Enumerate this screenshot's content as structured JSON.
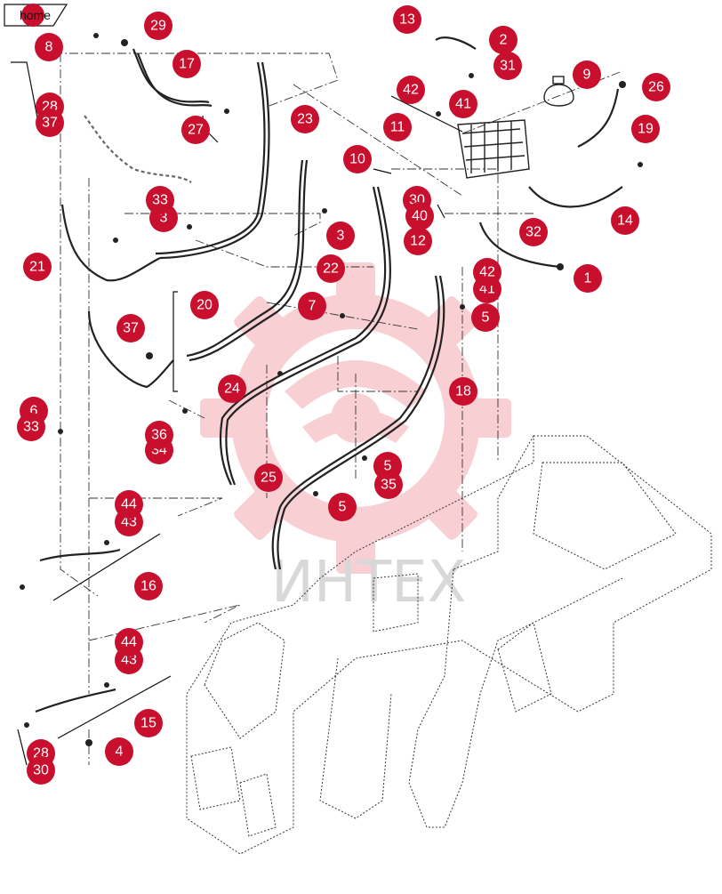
{
  "nav": {
    "home_label": "home"
  },
  "watermark": {
    "text": "ИНТЕХ",
    "gear_color": "#f7c9cc"
  },
  "callout_color": "#c8102e",
  "callouts": [
    {
      "label": "1"
    },
    {
      "label": "2"
    },
    {
      "label": "3"
    },
    {
      "label": "3"
    },
    {
      "label": "4"
    },
    {
      "label": "5"
    },
    {
      "label": "5"
    },
    {
      "label": "5"
    },
    {
      "label": "6"
    },
    {
      "label": "7"
    },
    {
      "label": "8"
    },
    {
      "label": "9"
    },
    {
      "label": "10"
    },
    {
      "label": "11"
    },
    {
      "label": "12"
    },
    {
      "label": "13"
    },
    {
      "label": "14"
    },
    {
      "label": "15"
    },
    {
      "label": "16"
    },
    {
      "label": "17"
    },
    {
      "label": "18"
    },
    {
      "label": "19"
    },
    {
      "label": "20"
    },
    {
      "label": "21"
    },
    {
      "label": "22"
    },
    {
      "label": "23"
    },
    {
      "label": "24"
    },
    {
      "label": "25"
    },
    {
      "label": "26"
    },
    {
      "label": "27"
    },
    {
      "label": "28"
    },
    {
      "label": "28"
    },
    {
      "label": "29"
    },
    {
      "label": "30"
    },
    {
      "label": "30"
    },
    {
      "label": "31"
    },
    {
      "label": "32"
    },
    {
      "label": "33"
    },
    {
      "label": "33"
    },
    {
      "label": "34"
    },
    {
      "label": "35"
    },
    {
      "label": "36"
    },
    {
      "label": "37"
    },
    {
      "label": "37"
    },
    {
      "label": "40"
    },
    {
      "label": "41"
    },
    {
      "label": "41"
    },
    {
      "label": "42"
    },
    {
      "label": "42"
    },
    {
      "label": "43"
    },
    {
      "label": "43"
    },
    {
      "label": "44"
    },
    {
      "label": "44"
    }
  ]
}
